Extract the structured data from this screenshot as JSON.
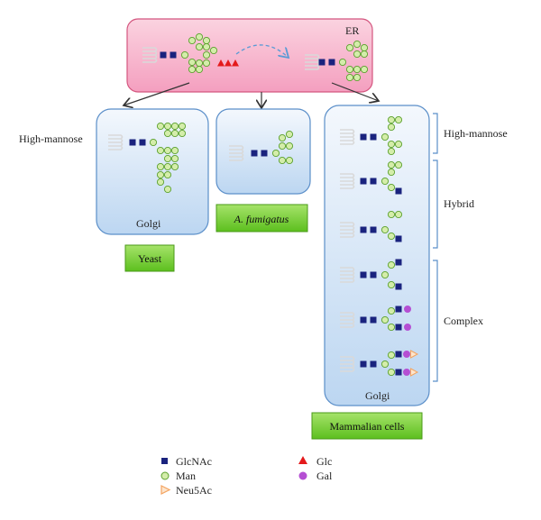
{
  "compartments": {
    "er": "ER",
    "golgi_yeast": "Golgi",
    "golgi_mammal": "Golgi"
  },
  "organisms": {
    "yeast": "Yeast",
    "fumigatus": "A. fumigatus",
    "mammalian": "Mammalian cells"
  },
  "glycan_types": {
    "high_mannose_left": "High-mannose",
    "high_mannose_right": "High-mannose",
    "hybrid": "Hybrid",
    "complex": "Complex"
  },
  "legend": [
    {
      "symbol": "GlcNAc",
      "shape": "square",
      "color": "#1a237e"
    },
    {
      "symbol": "Man",
      "shape": "circle",
      "color": "#d4edaa"
    },
    {
      "symbol": "Neu5Ac",
      "shape": "triangle-right",
      "color": "#f4a460"
    },
    {
      "symbol": "Glc",
      "shape": "triangle-up",
      "color": "#e41a1c"
    },
    {
      "symbol": "Gal",
      "shape": "circle",
      "color": "#b54fd3"
    }
  ],
  "colors": {
    "er_fill": "#f7b8cf",
    "golgi_fill": "#cfe3f6",
    "label_box": "#7fd13a",
    "glcnac": "#1a237e",
    "man": "#d4edaa",
    "glc": "#e41a1c",
    "gal": "#b54fd3",
    "neu5ac": "#f4a460"
  }
}
